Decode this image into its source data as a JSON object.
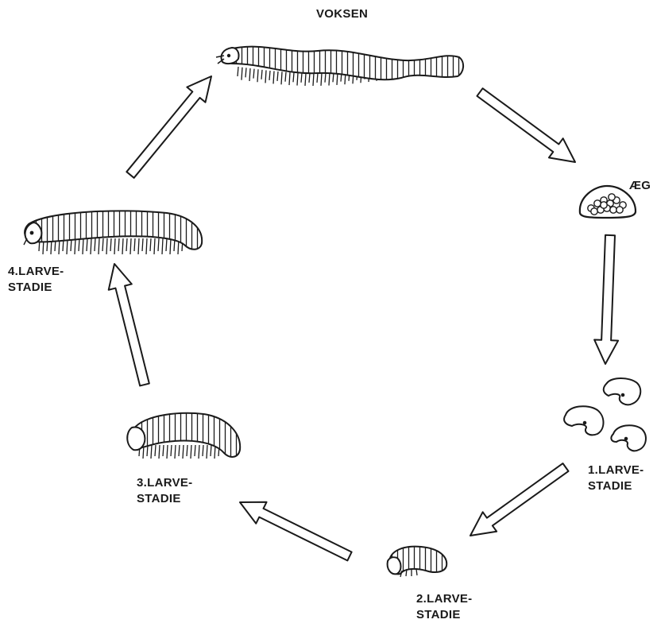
{
  "stages": {
    "adult": {
      "label": "VOKSEN"
    },
    "egg": {
      "label": "ÆG"
    },
    "larva1": {
      "line1": "1.LARVE-",
      "line2": "STADIE"
    },
    "larva2": {
      "line1": "2.LARVE-",
      "line2": "STADIE"
    },
    "larva3": {
      "line1": "3.LARVE-",
      "line2": "STADIE"
    },
    "larva4": {
      "line1": "4.LARVE-",
      "line2": "STADIE"
    }
  },
  "colors": {
    "ink": "#1a1a1a",
    "background": "#ffffff"
  }
}
